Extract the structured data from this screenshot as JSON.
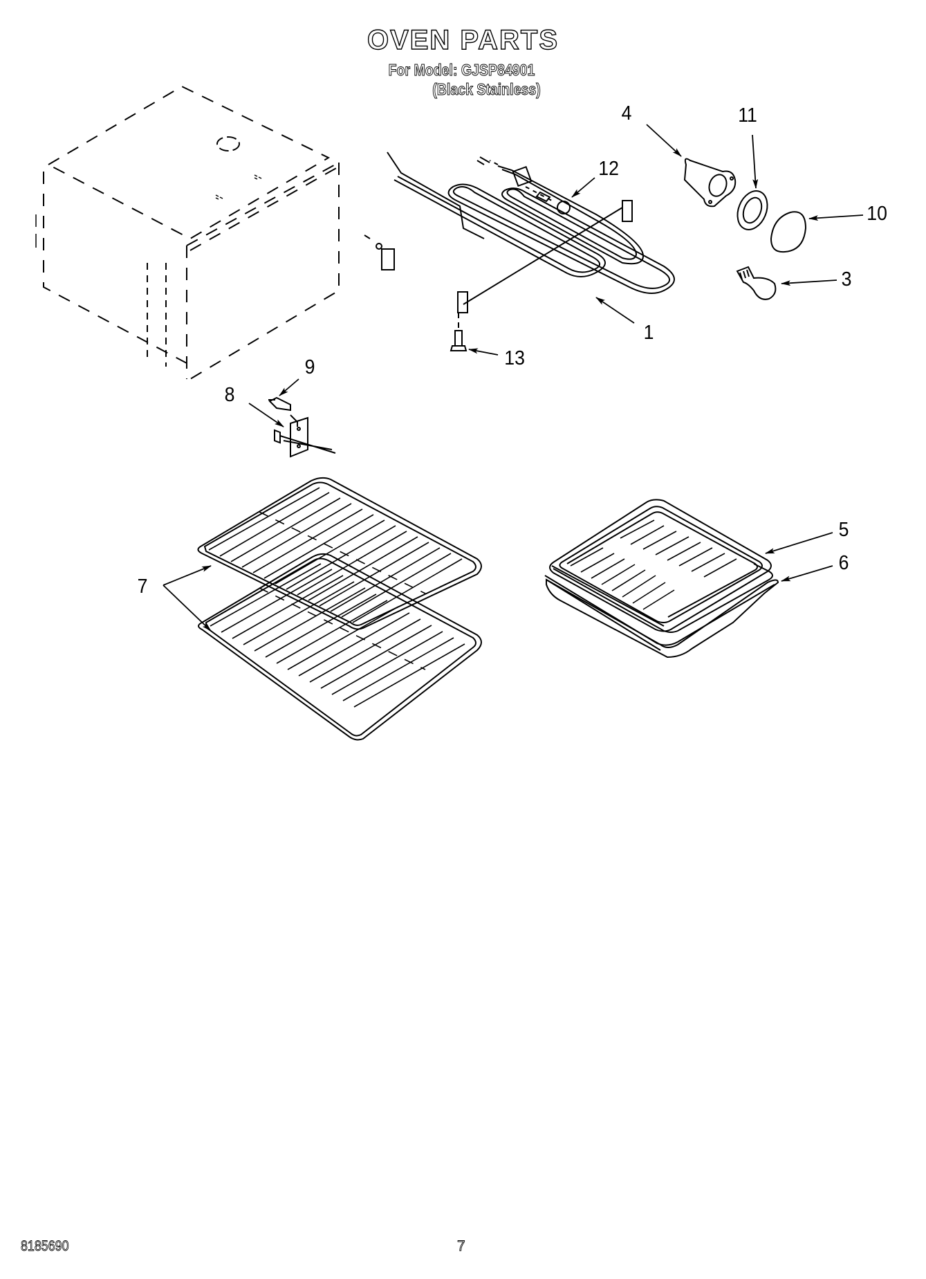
{
  "header": {
    "title": "OVEN PARTS",
    "model_line": "For Model: GJSP84901",
    "finish_line": "(Black Stainless)"
  },
  "diagram": {
    "components": [
      {
        "id": "oven-cavity",
        "label": "",
        "description": "Oven cavity (dashed outline, reference only)"
      },
      {
        "id": "broil-element",
        "label": "1"
      },
      {
        "id": "light-bulb",
        "label": "3"
      },
      {
        "id": "light-socket",
        "label": "4"
      },
      {
        "id": "broiler-grid",
        "label": "5"
      },
      {
        "id": "broiler-pan",
        "label": "6"
      },
      {
        "id": "oven-racks",
        "label": "7"
      },
      {
        "id": "temperature-sensor",
        "label": "8"
      },
      {
        "id": "sensor-screw",
        "label": "9"
      },
      {
        "id": "light-lens",
        "label": "10"
      },
      {
        "id": "lens-gasket",
        "label": "11"
      },
      {
        "id": "element-screw",
        "label": "12"
      },
      {
        "id": "bracket-screw",
        "label": "13"
      }
    ],
    "callouts": {
      "c1": "1",
      "c3": "3",
      "c4": "4",
      "c5": "5",
      "c6": "6",
      "c7": "7",
      "c8": "8",
      "c9": "9",
      "c10": "10",
      "c11": "11",
      "c12": "12",
      "c13": "13"
    }
  },
  "footer": {
    "document_number": "8185690",
    "page_number": "7"
  }
}
